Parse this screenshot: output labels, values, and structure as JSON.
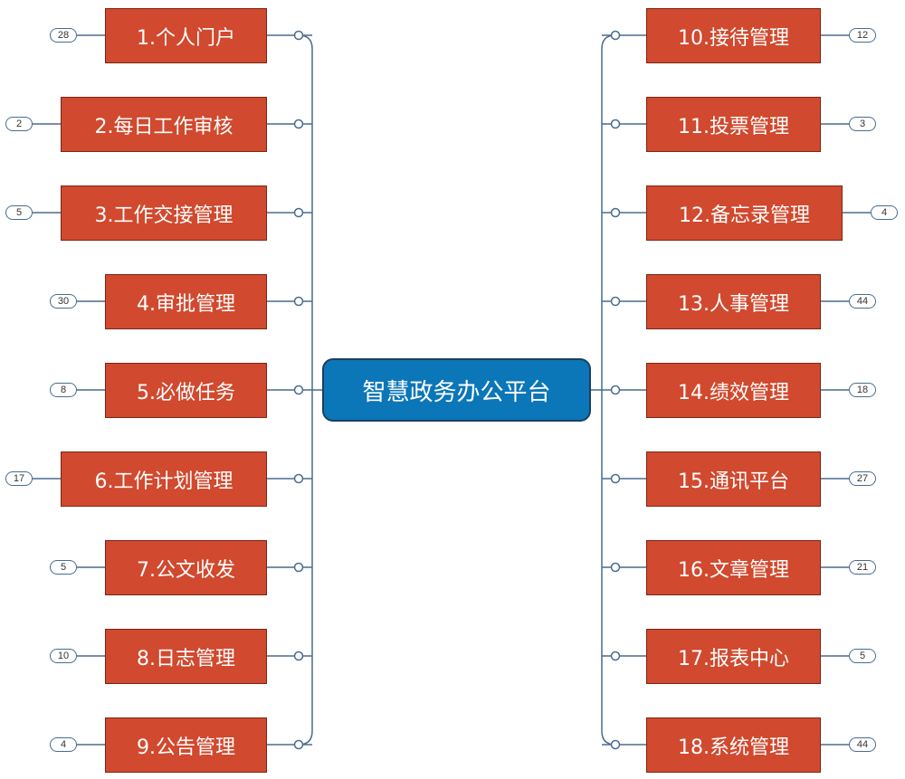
{
  "center": {
    "label": "智慧政务办公平台"
  },
  "left_nodes": [
    {
      "label": "1.个人门户",
      "count": "28"
    },
    {
      "label": "2.每日工作审核",
      "count": "2"
    },
    {
      "label": "3.工作交接管理",
      "count": "5"
    },
    {
      "label": "4.审批管理",
      "count": "30"
    },
    {
      "label": "5.必做任务",
      "count": "8"
    },
    {
      "label": "6.工作计划管理",
      "count": "17"
    },
    {
      "label": "7.公文收发",
      "count": "5"
    },
    {
      "label": "8.日志管理",
      "count": "10"
    },
    {
      "label": "9.公告管理",
      "count": "4"
    }
  ],
  "right_nodes": [
    {
      "label": "10.接待管理",
      "count": "12"
    },
    {
      "label": "11.投票管理",
      "count": "3"
    },
    {
      "label": "12.备忘录管理",
      "count": "4"
    },
    {
      "label": "13.人事管理",
      "count": "44"
    },
    {
      "label": "14.绩效管理",
      "count": "18"
    },
    {
      "label": "15.通讯平台",
      "count": "27"
    },
    {
      "label": "16.文章管理",
      "count": "21"
    },
    {
      "label": "17.报表中心",
      "count": "5"
    },
    {
      "label": "18.系统管理",
      "count": "44"
    }
  ],
  "colors": {
    "node": "#d1492e",
    "center": "#0b76b8",
    "line": "#4a6b8f"
  }
}
